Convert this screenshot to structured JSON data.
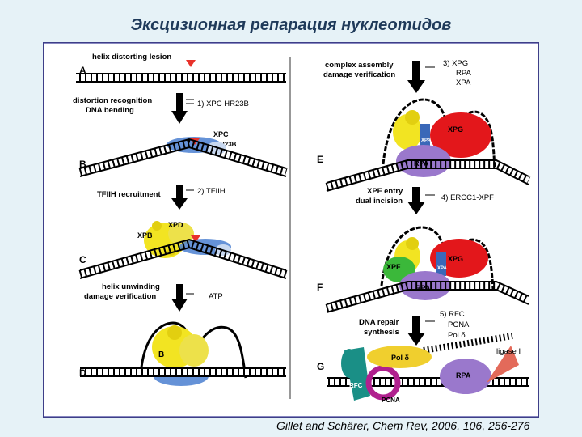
{
  "title": "Эксцизионная репарация нуклеотидов",
  "citation": "Gillet and Schärer, Chem Rev, 2006, 106, 256-276",
  "steps": {
    "A": {
      "letter": "A",
      "lesion_label": "helix distorting lesion"
    },
    "B": {
      "letter": "B",
      "action": [
        "distortion recognition",
        "DNA bending"
      ],
      "factors": "1) XPC HR23B",
      "protein_labels": [
        "XPC",
        "R23B"
      ]
    },
    "C": {
      "letter": "C",
      "action": "TFIIH recruitment",
      "factors": "2) TFIIH",
      "protein_labels": [
        "XPD",
        "XPB"
      ]
    },
    "D": {
      "letter": "D",
      "action": [
        "helix unwinding",
        "damage verification"
      ],
      "factors": "ATP",
      "protein_labels": [
        "B"
      ]
    },
    "E": {
      "letter": "E",
      "action": [
        "complex assembly",
        "damage verification"
      ],
      "factors": [
        "3) XPG",
        "RPA",
        "XPA"
      ],
      "protein_labels": [
        "XPG",
        "XPA",
        "RPA"
      ]
    },
    "F": {
      "letter": "F",
      "action": [
        "XPF entry",
        "dual incision"
      ],
      "factors": "4) ERCC1-XPF",
      "protein_labels": [
        "XPF",
        "XPG",
        "XPA",
        "RPA"
      ]
    },
    "G": {
      "letter": "G",
      "action": [
        "DNA repair",
        "synthesis"
      ],
      "factors": [
        "5) RFC",
        "PCNA",
        "Pol δ"
      ],
      "protein_labels": [
        "Pol δ",
        "RPA",
        "RFC",
        "PCNA"
      ],
      "ligase_label": "ligase I"
    }
  },
  "colors": {
    "background": "#e6f2f7",
    "title": "#1f3a5a",
    "panel_border": "#3e3e88",
    "dna": "#000000",
    "lesion": "#e8322b",
    "xpc": "#4a7fd0",
    "tfiih": "#f2e422",
    "xpg": "#e3171b",
    "xpa": "#3a68b8",
    "rpa": "#9a78cc",
    "xpf": "#3bb83a",
    "pol_delta": "#f0cf2e",
    "rfc": "#1a8f86",
    "pcna": "#b0208e",
    "ligase": "#e36a5a"
  }
}
